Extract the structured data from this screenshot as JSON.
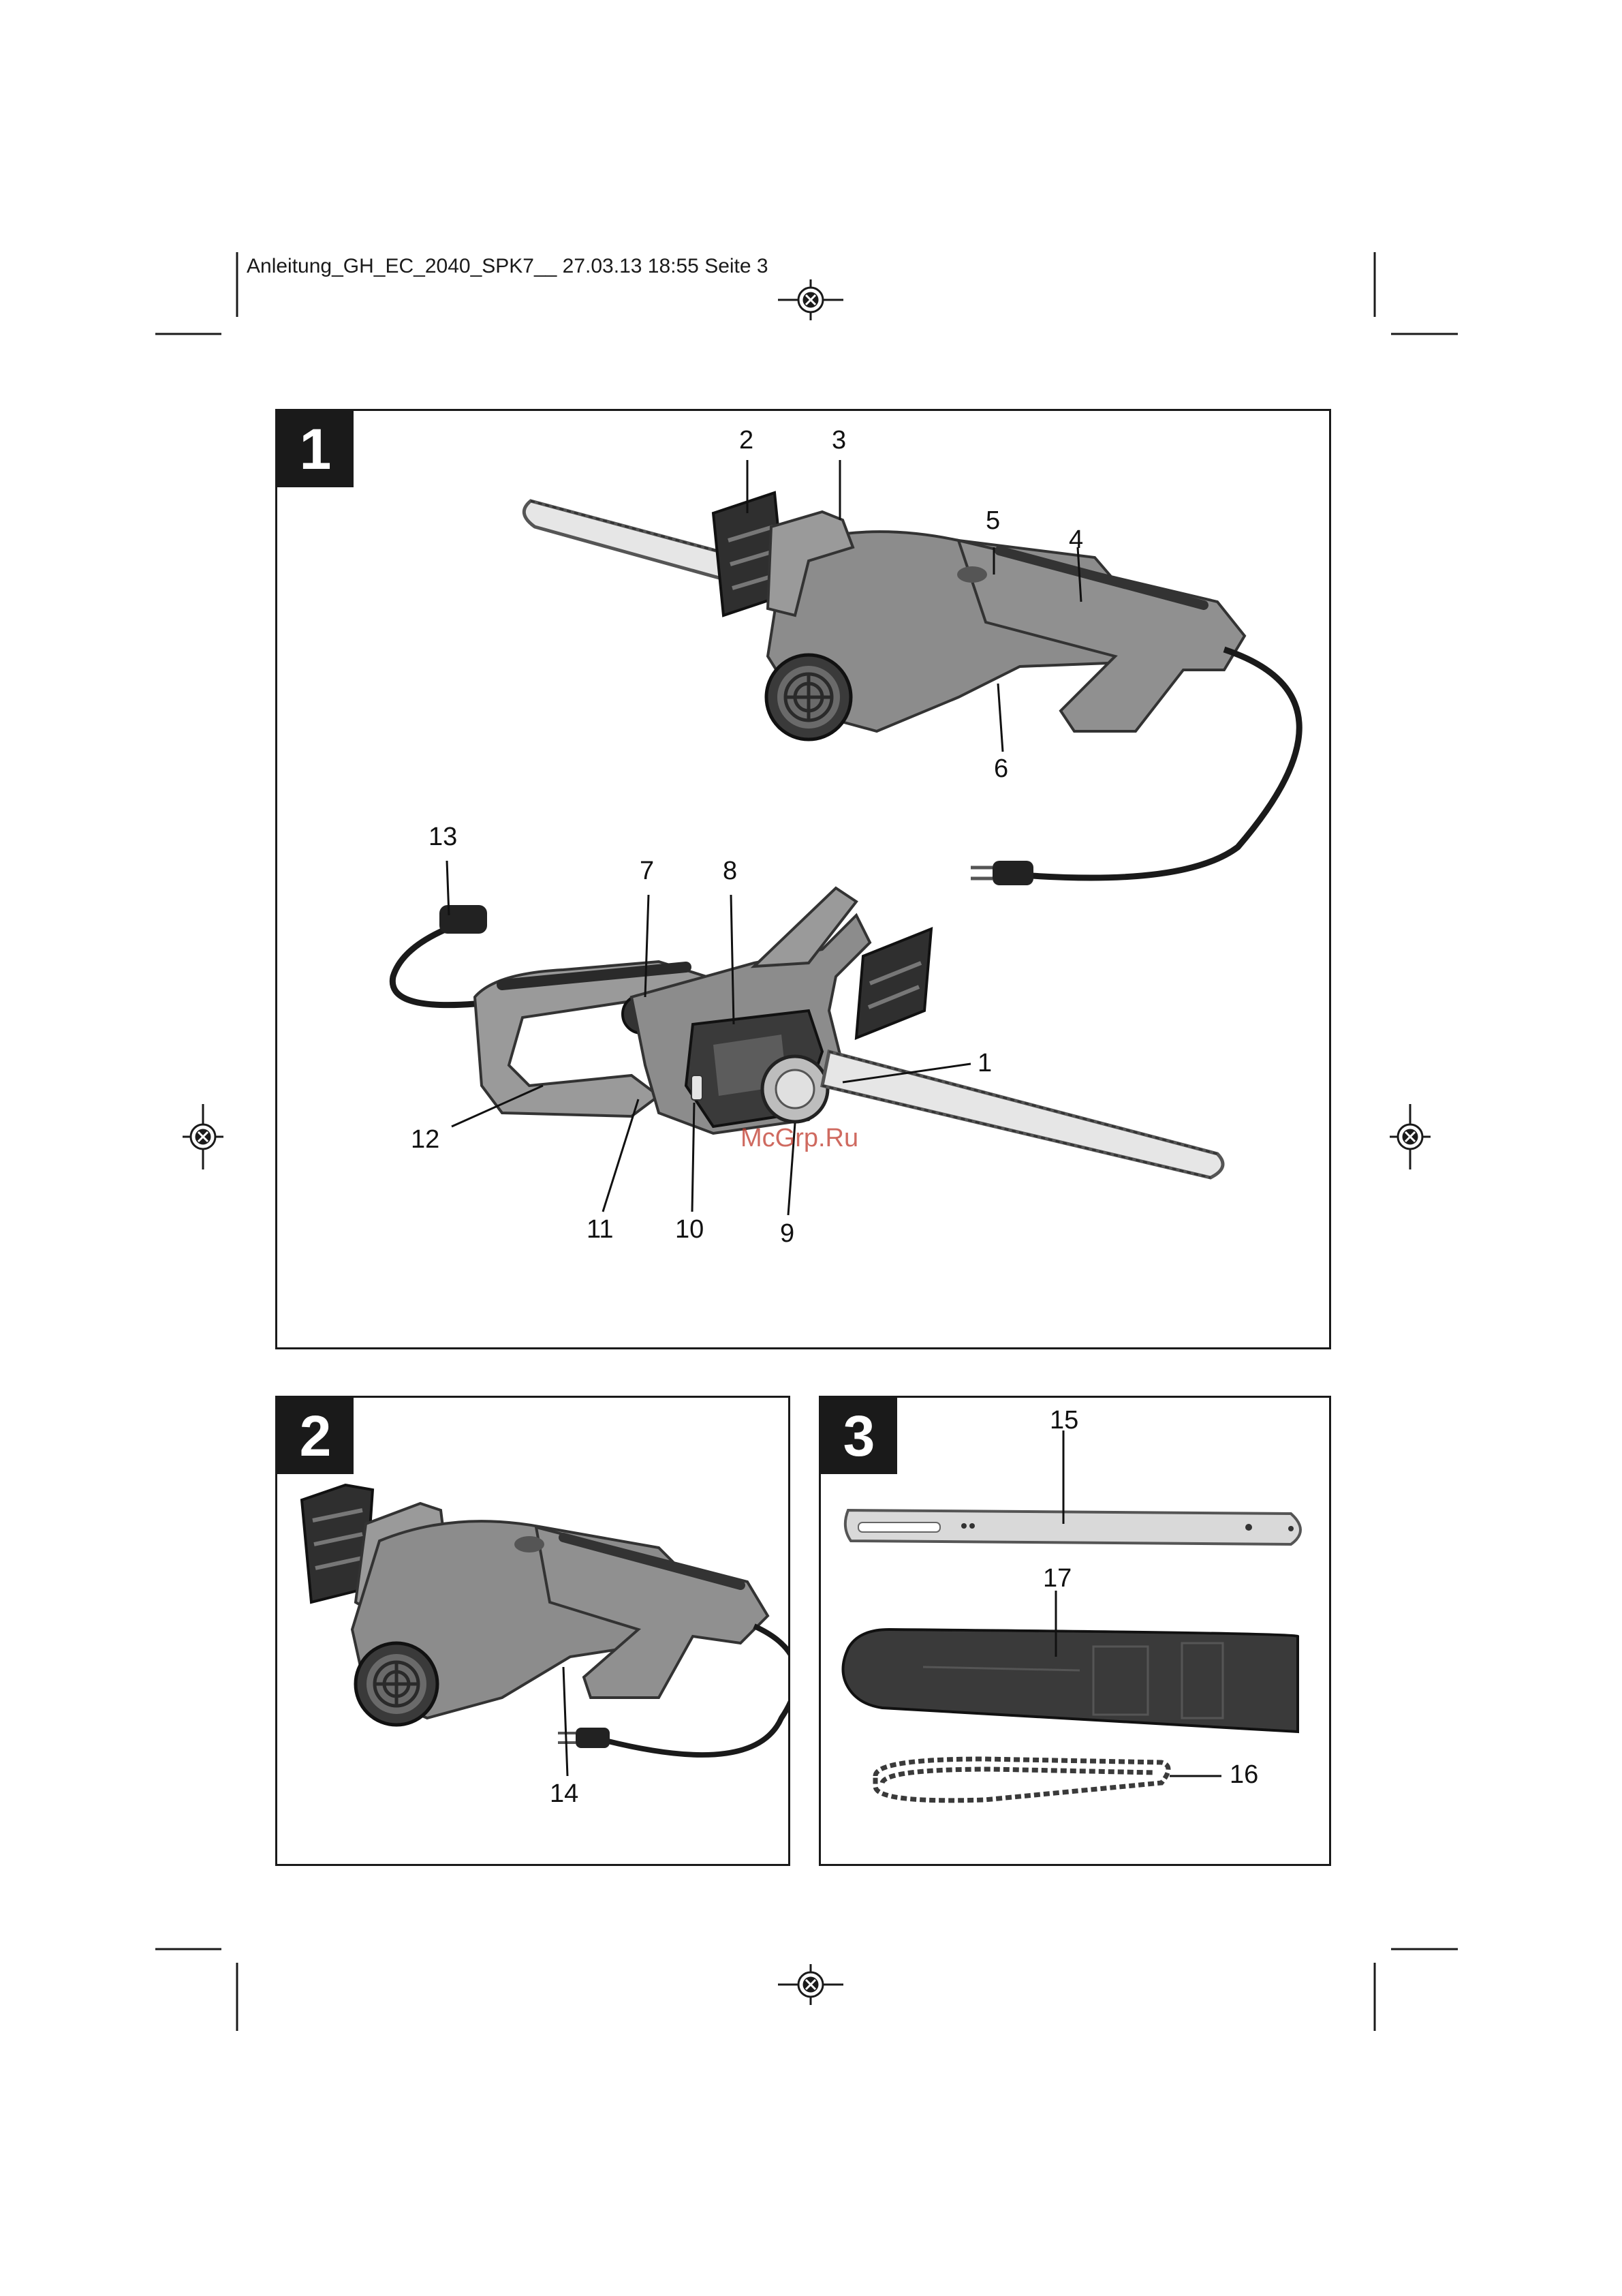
{
  "header": {
    "line": "Anleitung_GH_EC_2040_SPK7__  27.03.13  18:55  Seite 3"
  },
  "figures": [
    {
      "badge": "1",
      "callouts": [
        "1",
        "2",
        "3",
        "4",
        "5",
        "6",
        "7",
        "8",
        "9",
        "10",
        "11",
        "12",
        "13"
      ]
    },
    {
      "badge": "2",
      "callouts": [
        "14"
      ]
    },
    {
      "badge": "3",
      "callouts": [
        "15",
        "16",
        "17"
      ]
    }
  ],
  "watermark": "McGrp.Ru",
  "colors": {
    "ink": "#1a1a1a",
    "body_gray": "#8c8c8c",
    "dark_gray": "#3a3a3a",
    "bar_gray": "#d9d9d9",
    "watermark": "#c0392b"
  }
}
